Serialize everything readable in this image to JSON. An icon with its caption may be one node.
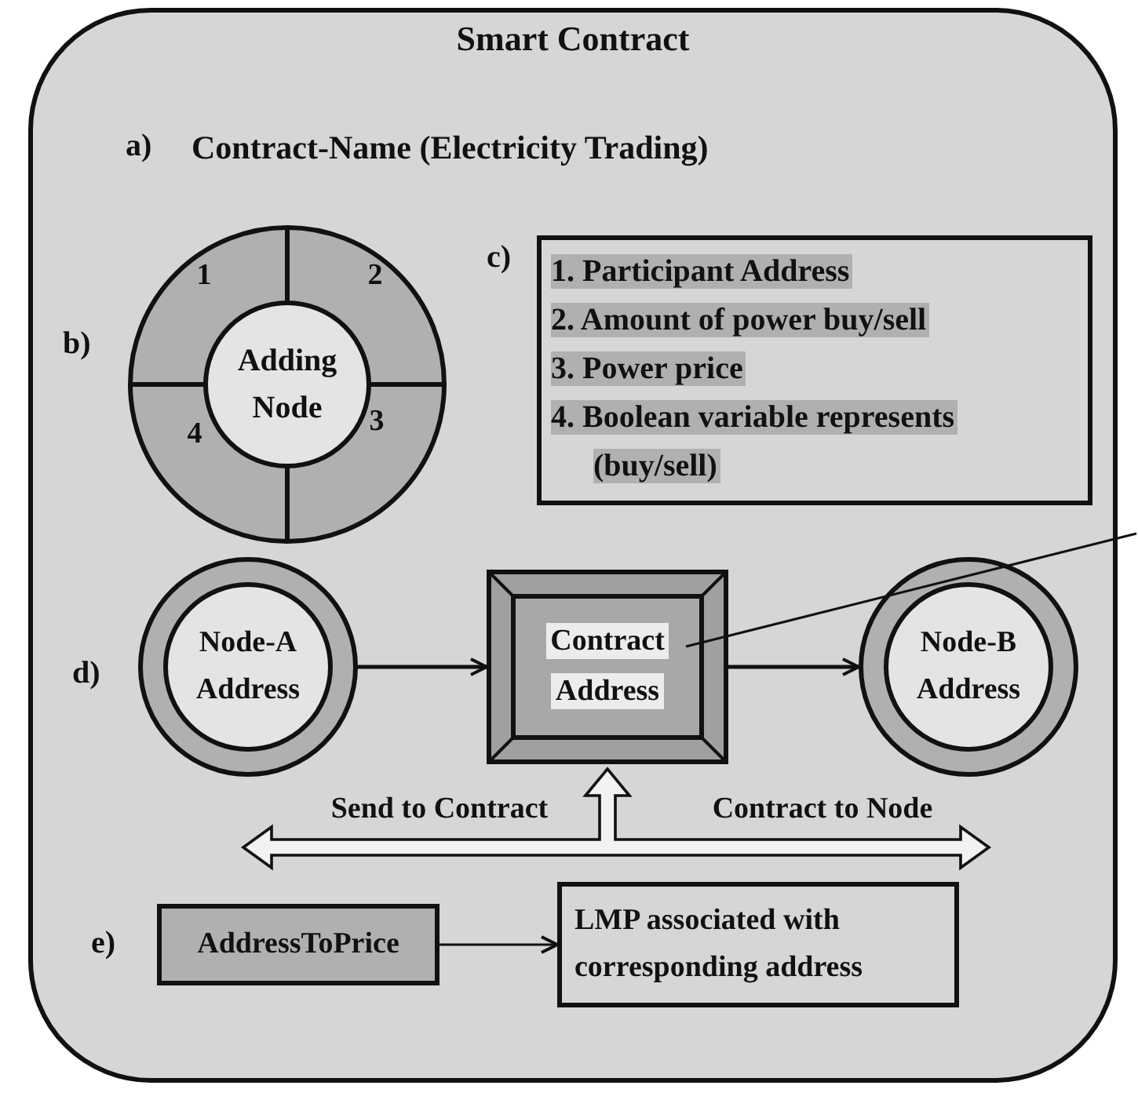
{
  "diagram": {
    "nodes": [
      {
        "text": [
          "Smart Contract"
        ]
      },
      {
        "text": [
          "Adding Node"
        ],
        "in": 0
      },
      {
        "text": [
          "1. Participant Address",
          "2. Amount of power buy/sell",
          "3. Power price",
          "4. Boolean variable represents (buy/sell)"
        ],
        "in": 0
      },
      {
        "text": [
          "Node-A Address"
        ],
        "in": 0
      },
      {
        "text": [
          "Contract Address"
        ],
        "in": 0
      },
      {
        "text": [
          "Node-B Address"
        ],
        "in": 0
      },
      {
        "text": [
          "AddressToPrice"
        ],
        "in": 0
      },
      {
        "text": [
          "LMP associated with corresponding address"
        ],
        "in": 0
      }
    ],
    "edges": [
      {
        "from": 3,
        "to": 4,
        "arrow": "to"
      },
      {
        "from": 4,
        "to": 5,
        "arrow": "to"
      },
      {
        "from": 4,
        "to": null,
        "arrow": "none"
      },
      {
        "from": null,
        "to": 4,
        "arrow": "to",
        "style": "thick"
      },
      {
        "from": 6,
        "to": 7,
        "arrow": "to"
      }
    ],
    "labels": [
      "a)",
      "Contract-Name (Electricity Trading)",
      "b)",
      "1",
      "2",
      "4",
      "3",
      "c)",
      "d)",
      "Send to Contract",
      "Contract to Node",
      "e)"
    ]
  }
}
